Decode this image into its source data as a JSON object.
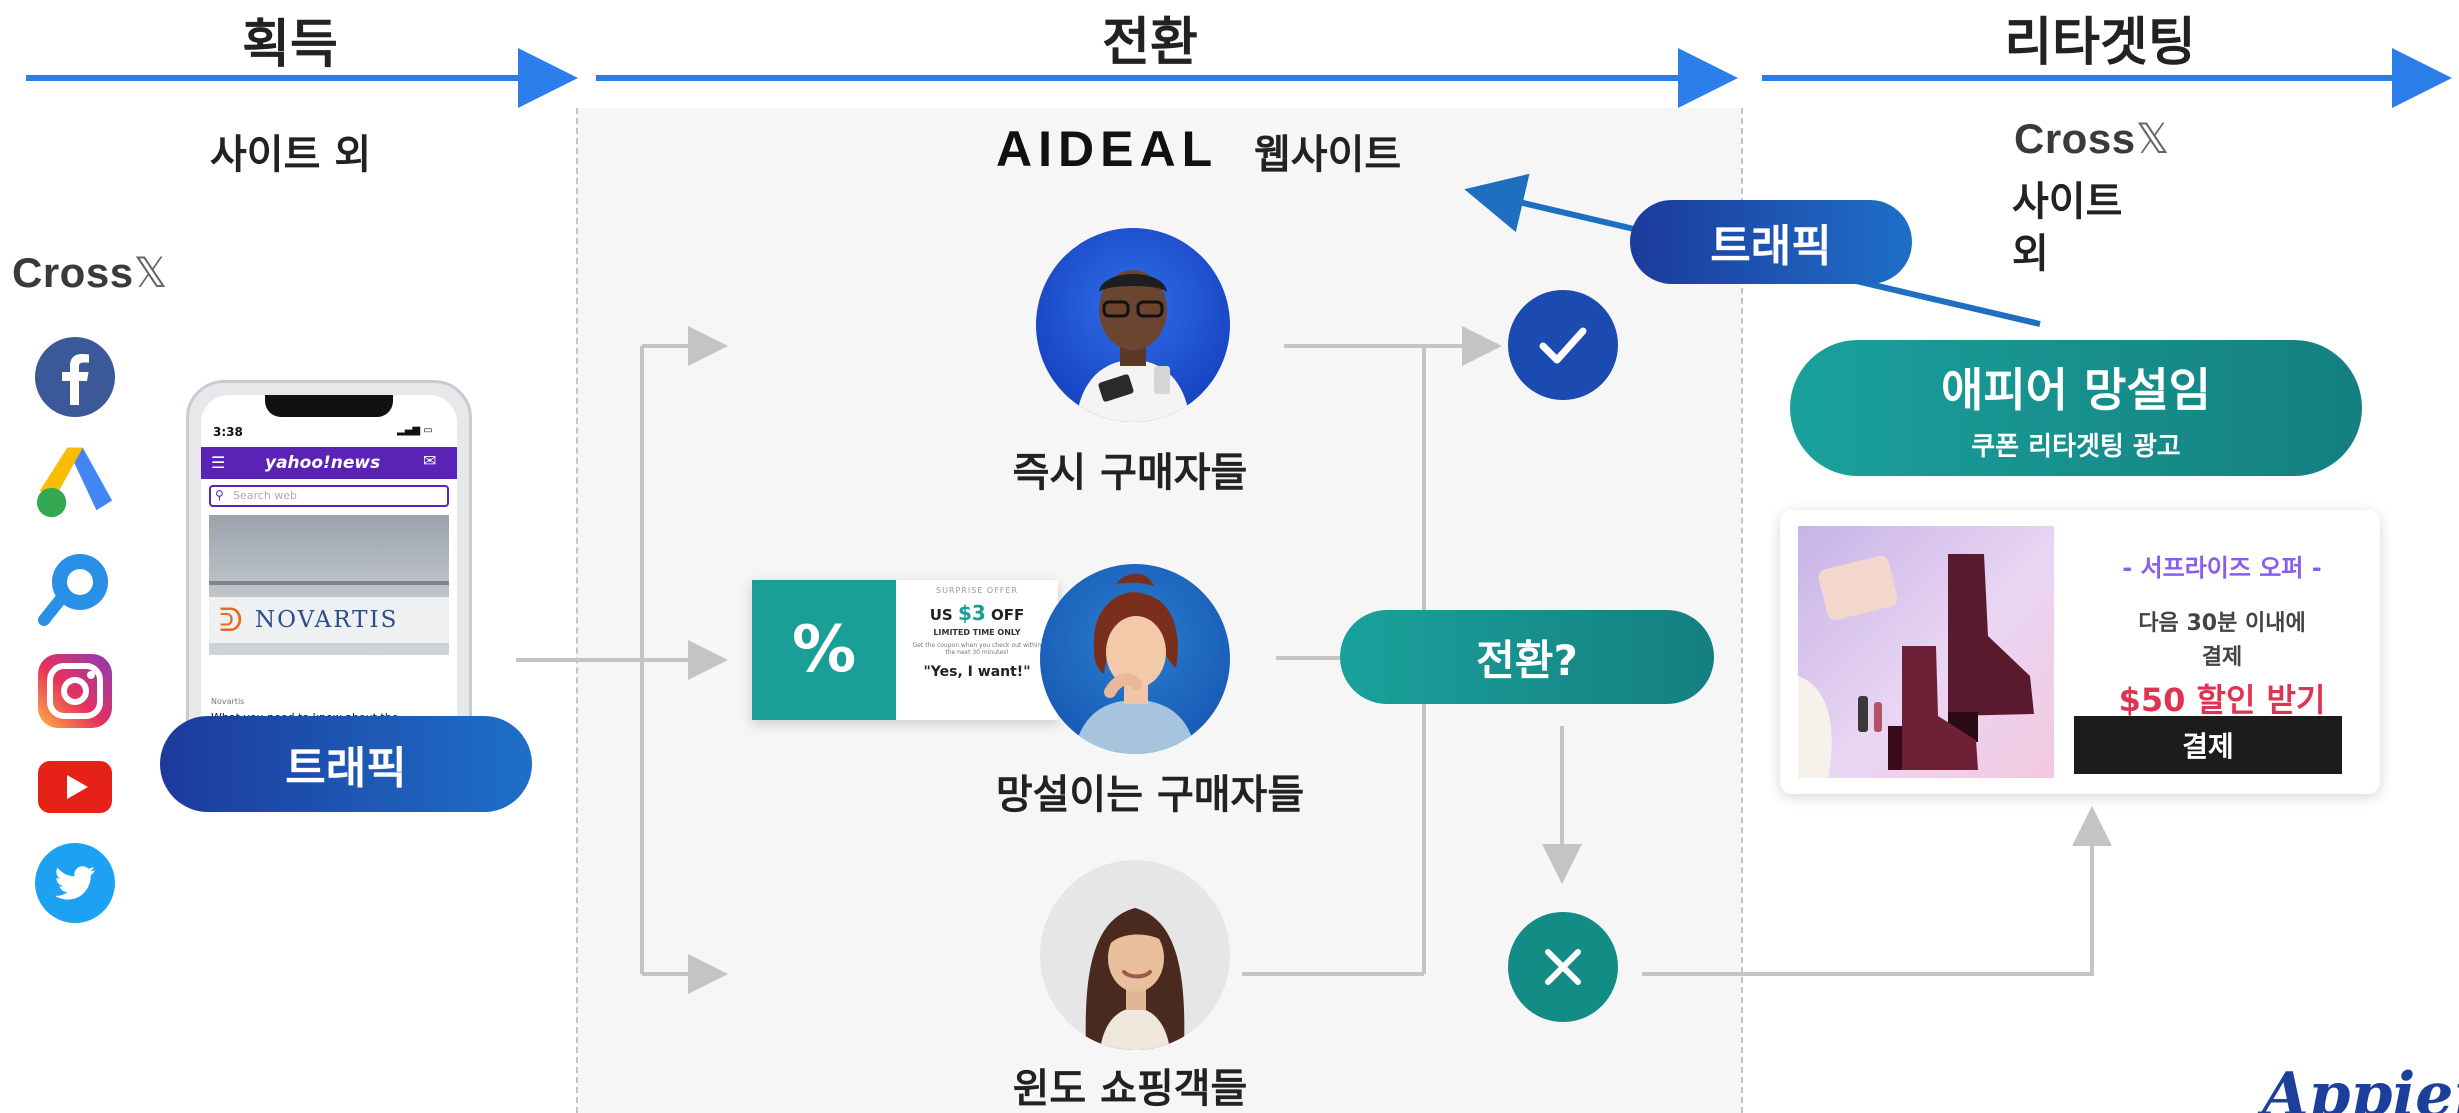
{
  "stages": {
    "acquisition": "획득",
    "conversion": "전환",
    "retargeting": "리타겟팅"
  },
  "left": {
    "site_label": "사이트 외",
    "crossx_logo": "Cross",
    "crossx_mark": "𝕏",
    "socials": [
      "facebook-icon",
      "google-ads-icon",
      "naver-search-icon",
      "instagram-icon",
      "youtube-icon",
      "twitter-icon"
    ],
    "phone": {
      "time": "3:38",
      "brand": "yahoo!news",
      "search_placeholder": "Search web",
      "ad_text": "NOVARTIS",
      "article_category": "Novartis",
      "article_title": "What you need to know about the"
    },
    "traffic_label": "트래픽"
  },
  "middle": {
    "brand_logo": "AIDEAL",
    "brand_site_label": "웹사이트",
    "traffic_label": "트래픽",
    "buyers": {
      "instant": "즉시 구매자들",
      "hesitant": "망설이는 구매자들",
      "window": "윈도 쇼핑객들"
    },
    "coupon": {
      "symbol": "%",
      "eyebrow": "SURPRISE OFFER",
      "prefix": "US",
      "amount": "$3",
      "suffix": "OFF",
      "limited": "LIMITED TIME ONLY",
      "fine_print": "Get the coupon when you check out within the next 30 minutes!",
      "cta": "\"Yes, I want!\""
    },
    "conversion_question": "전환?"
  },
  "right": {
    "crossx_logo": "Cross",
    "crossx_mark": "𝕏",
    "site_label_line1": "사이트",
    "site_label_line2": "외",
    "campaign_title": "애피어 망설임",
    "campaign_subtitle": "쿠폰 리타겟팅 광고",
    "ad": {
      "eyebrow": "- 서프라이즈 오퍼 -",
      "line1": "다음 30분 이내에",
      "line2": "결제",
      "offer": "$50 할인 받기",
      "button": "결제"
    },
    "footer_logo": "Appier"
  },
  "colors": {
    "arrow_blue": "#2b7de9",
    "pill_blue": "#1e4fb0",
    "teal": "#179a96",
    "offer_red": "#e0334f",
    "offer_purple": "#8a5cf0",
    "check_blue": "#1b4ab0"
  }
}
